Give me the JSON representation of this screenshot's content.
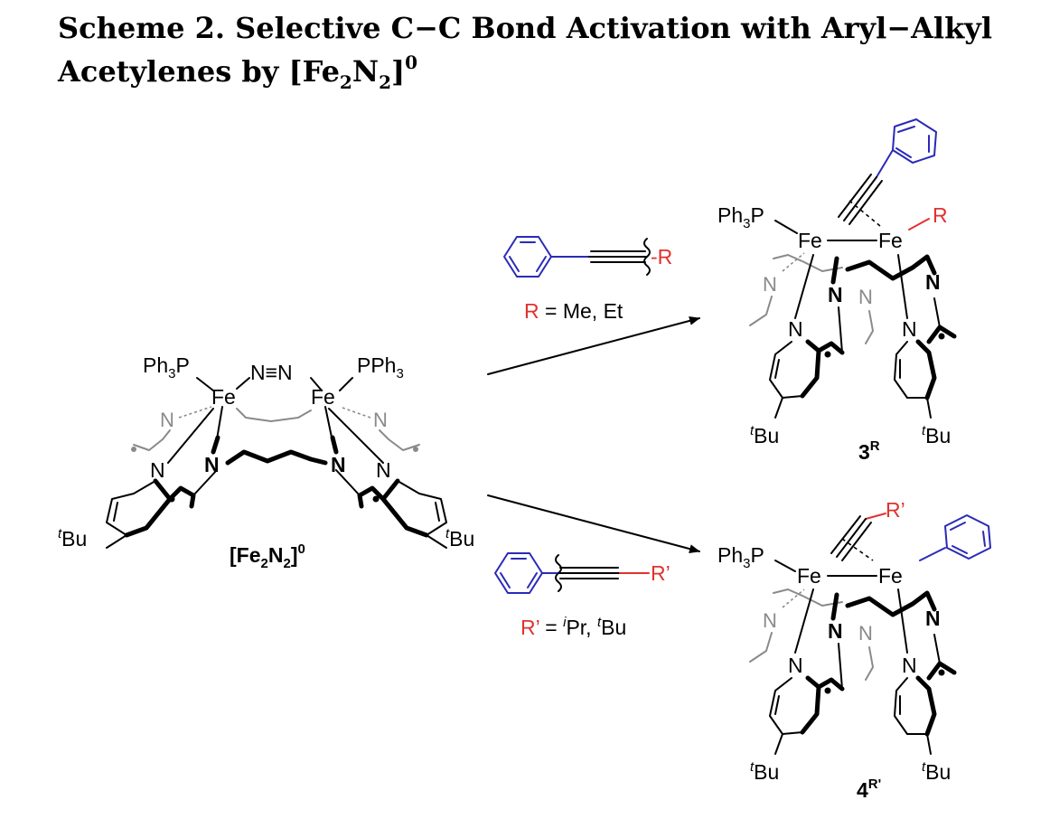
{
  "title": {
    "line1": "Scheme 2. Selective C−C Bond Activation with Aryl−Alkyl",
    "line2_prefix": "Acetylenes by [Fe",
    "line2_sub1": "2",
    "line2_mid": "N",
    "line2_sub2": "2",
    "line2_close": "]",
    "line2_sup": "0"
  },
  "reactant": {
    "label_main": "[Fe",
    "label_sub1": "2",
    "label_mid": "N",
    "label_sub2": "2",
    "label_close": "]",
    "label_sup": "0",
    "ph3p": "Ph",
    "ph3p_sub": "3",
    "ph3p_end": "P",
    "pph3": "PPh",
    "pph3_sub": "3",
    "n2": "N≡N",
    "fe": "Fe",
    "n": "N",
    "tbu_sup": "t",
    "tbu": "Bu"
  },
  "reaction_top": {
    "reagent_r": "-R",
    "condition_r": "R",
    "condition_rest": " = Me, Et"
  },
  "reaction_bottom": {
    "reagent_r": "R’",
    "condition_r": "R’",
    "condition_eq": " = ",
    "ipr_sup": "i",
    "ipr": "Pr, ",
    "tbu_sup": "t",
    "tbu": "Bu"
  },
  "product_3": {
    "label": "3",
    "label_sup": "R",
    "r": "R"
  },
  "product_4": {
    "label": "4",
    "label_sup": "R'",
    "r": "R’"
  },
  "colors": {
    "blue": "#2a2ab8",
    "red": "#e0332f",
    "gray": "#8a8a8a"
  }
}
